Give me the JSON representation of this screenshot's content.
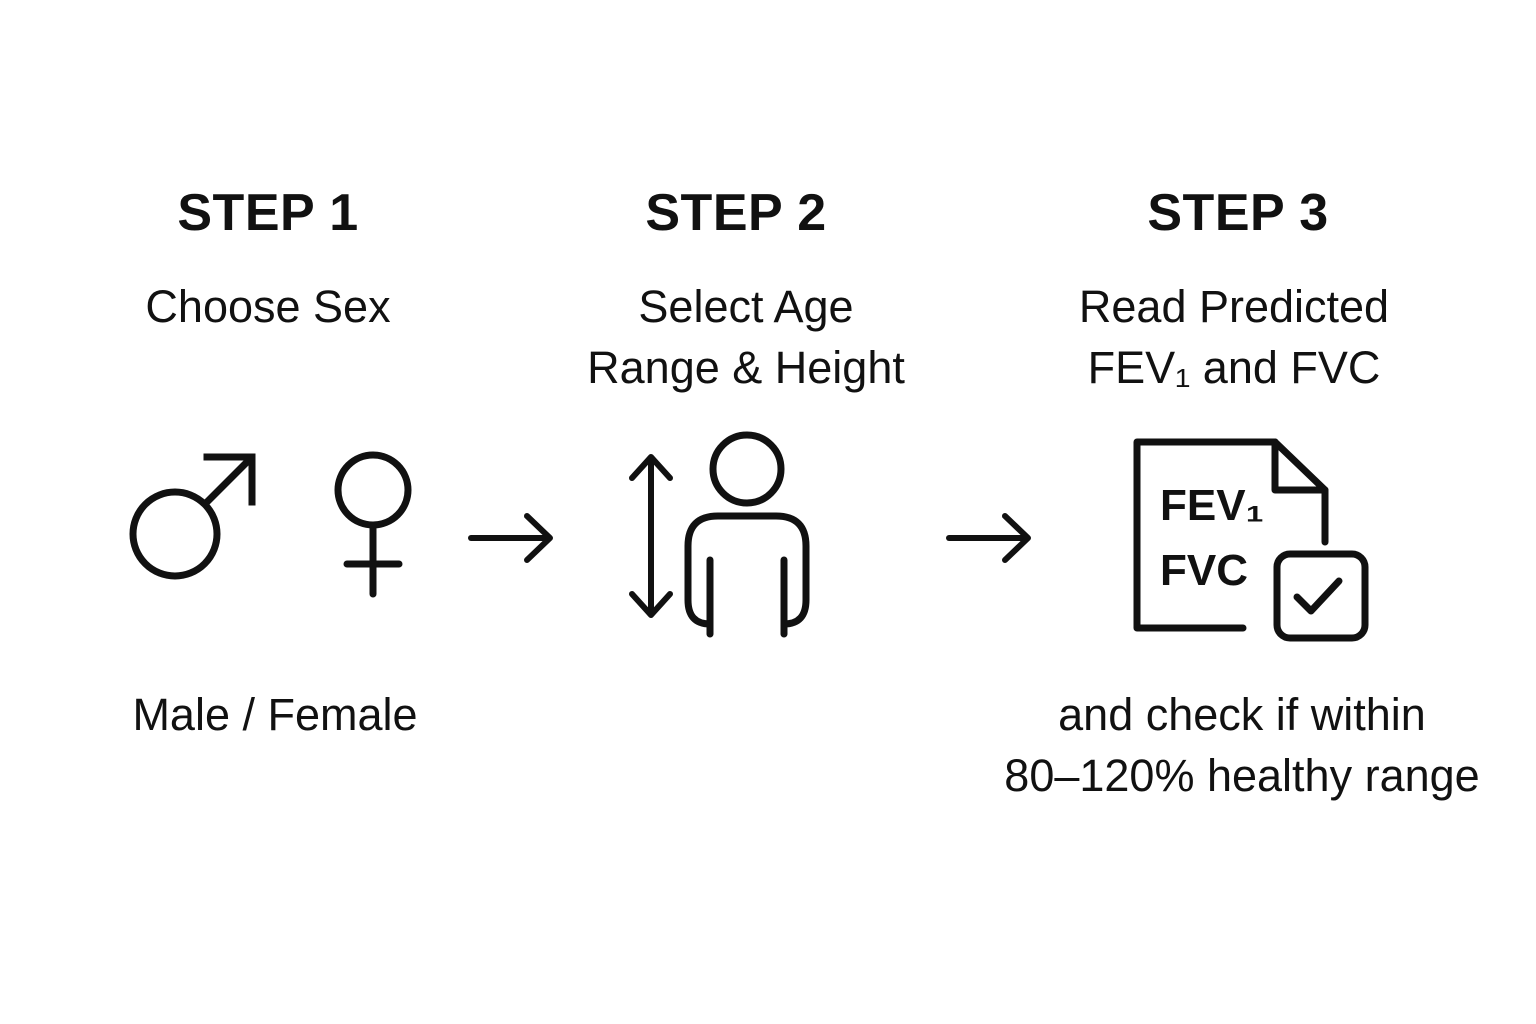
{
  "steps": [
    {
      "title": "STEP 1",
      "subtitle_lines": [
        "Choose Sex"
      ],
      "caption_lines": [
        "Male / Female"
      ],
      "icons": [
        "male-symbol-icon",
        "female-symbol-icon"
      ]
    },
    {
      "title": "STEP 2",
      "subtitle_lines": [
        "Select Age",
        "Range & Height"
      ],
      "caption_lines": [],
      "icons": [
        "vertical-double-arrow-icon",
        "person-icon"
      ]
    },
    {
      "title": "STEP 3",
      "subtitle_lines": [
        "Read Predicted",
        "FEV₁ and FVC"
      ],
      "caption_lines": [
        "and check if within",
        "80–120% healthy range"
      ],
      "icons": [
        "document-icon",
        "checkbox-check-icon"
      ],
      "document_labels": [
        "FEV₁",
        "FVC"
      ]
    }
  ],
  "connectors": [
    "right-arrow-icon",
    "right-arrow-icon"
  ],
  "colors": {
    "stroke": "#111111",
    "background": "#ffffff"
  }
}
